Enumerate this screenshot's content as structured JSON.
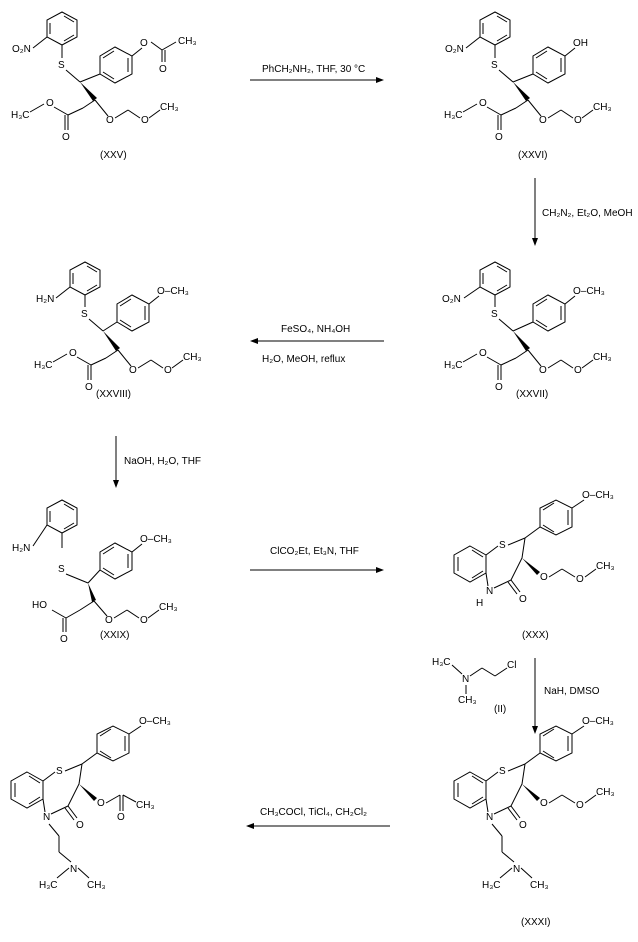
{
  "compounds": {
    "c25": {
      "label": "(XXV)"
    },
    "c26": {
      "label": "(XXVI)"
    },
    "c27": {
      "label": "(XXVII)"
    },
    "c28": {
      "label": "(XXVIII)"
    },
    "c29": {
      "label": "(XXIX)"
    },
    "c30": {
      "label": "(XXX)"
    },
    "c31": {
      "label": "(XXXI)"
    },
    "reagent2": {
      "label": "(II)"
    }
  },
  "atoms": {
    "nitro": "O₂N",
    "amine": "H₂N",
    "methyl_h3c": "H₃C",
    "methyl_ch3": "CH₃",
    "oxygen": "O",
    "sulfur": "S",
    "nitrogen": "N",
    "nh": "H",
    "hydroxyl": "OH",
    "ho": "HO",
    "chlorine": "Cl",
    "o_ch3": "O–CH₃"
  },
  "steps": {
    "s1": {
      "line1": "PhCH₂NH₂, THF, 30 °C",
      "line2": ""
    },
    "s2": {
      "line1": "CH₂N₂, Et₂O, MeOH",
      "line2": ""
    },
    "s3": {
      "line1": "FeSO₄, NH₄OH",
      "line2": "H₂O, MeOH, reflux"
    },
    "s4": {
      "line1": "NaOH, H₂O, THF",
      "line2": ""
    },
    "s5": {
      "line1": "ClCO₂Et, Et₃N, THF",
      "line2": ""
    },
    "s6": {
      "line1": "NaH, DMSO",
      "line2": ""
    },
    "s7": {
      "line1": "CH₃COCl, TiCl₄, CH₂Cl₂",
      "line2": ""
    }
  }
}
